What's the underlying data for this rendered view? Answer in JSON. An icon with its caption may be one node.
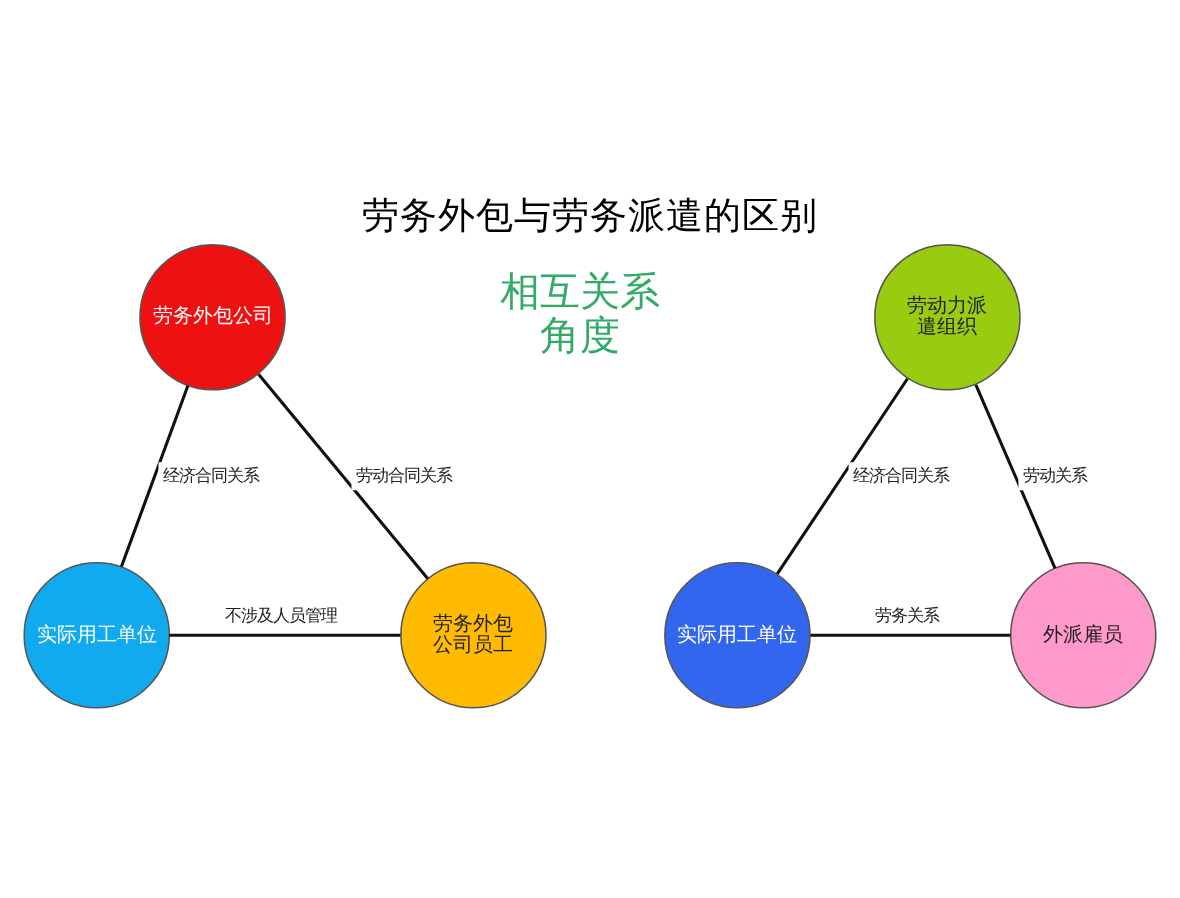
{
  "diagram": {
    "title": "劳务外包与劳务派遣的区别",
    "nodes": [
      {
        "text": [
          "劳务外包公司"
        ]
      },
      {
        "text": [
          "实际用工单位"
        ]
      },
      {
        "text": [
          "劳务外包公司员工"
        ]
      },
      {
        "text": [
          "劳动力派遣组织"
        ]
      },
      {
        "text": [
          "实际用工单位"
        ]
      },
      {
        "text": [
          "外派雇员"
        ]
      }
    ],
    "edges": [
      {
        "from": 0,
        "to": 1,
        "arrow": "none",
        "label": "经济合同关系"
      },
      {
        "from": 0,
        "to": 2,
        "arrow": "none",
        "label": "劳动合同关系"
      },
      {
        "from": 1,
        "to": 2,
        "arrow": "none",
        "label": "不涉及人员管理"
      },
      {
        "from": 3,
        "to": 4,
        "arrow": "none",
        "label": "经济合同关系"
      },
      {
        "from": 3,
        "to": 5,
        "arrow": "none",
        "label": "劳动关系"
      },
      {
        "from": 4,
        "to": 5,
        "arrow": "none",
        "label": "劳务关系"
      }
    ],
    "labels": [
      "相互关系角度"
    ]
  }
}
